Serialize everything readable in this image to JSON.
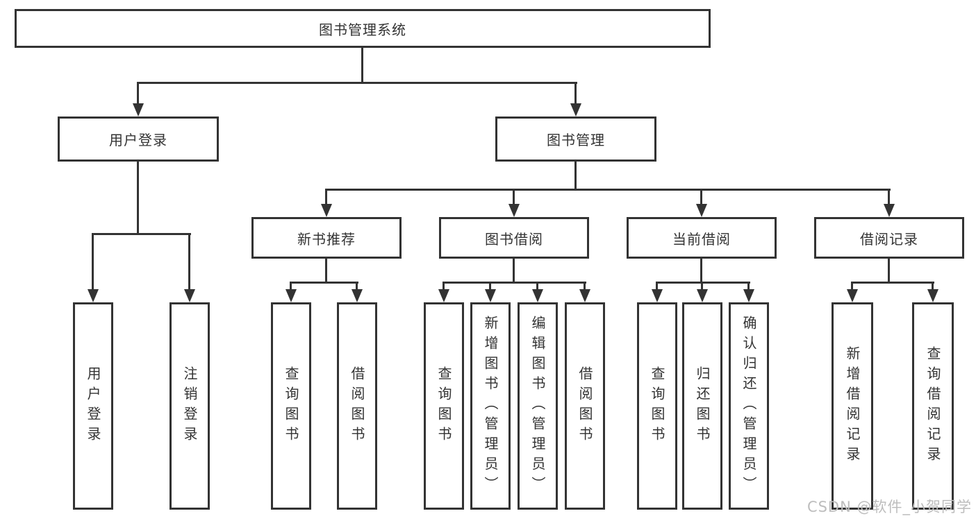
{
  "tree": {
    "root": "图书管理系统",
    "branches": [
      {
        "label": "用户登录",
        "children": [
          "用户登录",
          "注销登录"
        ]
      },
      {
        "label": "图书管理",
        "groups": [
          {
            "label": "新书推荐",
            "children": [
              "查询图书",
              "借阅图书"
            ]
          },
          {
            "label": "图书借阅",
            "children": [
              "查询图书",
              "新增图书（管理员）",
              "编辑图书（管理员）",
              "借阅图书"
            ]
          },
          {
            "label": "当前借阅",
            "children": [
              "查询图书",
              "归还图书",
              "确认归还（管理员）"
            ]
          },
          {
            "label": "借阅记录",
            "children": [
              "新增借阅记录",
              "查询借阅记录"
            ]
          }
        ]
      }
    ]
  },
  "watermark": {
    "text": "CSDN @软件_小贺同学"
  },
  "colors": {
    "line": "#333333",
    "text": "#333333",
    "watermark": "#bdbdbd",
    "background": "#ffffff"
  }
}
